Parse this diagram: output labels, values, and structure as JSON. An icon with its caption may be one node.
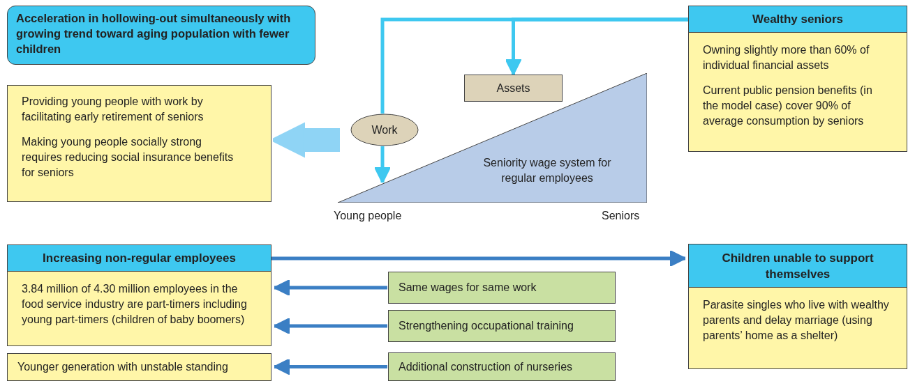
{
  "diagram": {
    "nodes": [
      {
        "text": [
          "Acceleration in hollowing-out simultaneously with growing trend toward aging population with fewer children"
        ]
      },
      {
        "text": [
          "Wealthy seniors",
          "Owning slightly more than 60% of individual financial assets",
          "Current public pension benefits (in the model case) cover 90% of average consumption by seniors"
        ]
      },
      {
        "text": [
          "Assets"
        ]
      },
      {
        "text": [
          "Providing young people with work by facilitating early retirement of seniors",
          "Making young people socially strong requires reducing social insurance benefits for seniors"
        ]
      },
      {
        "text": [
          "Work"
        ]
      },
      {
        "text": [
          "Seniority wage system for regular employees"
        ]
      },
      {
        "text": [
          "Increasing non-regular employees",
          "3.84 million of 4.30 million employees in the food service industry are part-timers including young part-timers (children of baby boomers)"
        ]
      },
      {
        "text": [
          "Children unable to support themselves",
          "Parasite singles who live with wealthy parents and delay marriage (using parents’ home as a shelter)"
        ]
      },
      {
        "text": [
          "Same wages for same work"
        ]
      },
      {
        "text": [
          "Strengthening occupational training"
        ]
      },
      {
        "text": [
          "Younger generation with unstable standing"
        ]
      },
      {
        "text": [
          "Additional construction of nurseries"
        ]
      }
    ],
    "edges": [
      {
        "from": 1,
        "to": 2,
        "arrow": "to",
        "color": "#3ec8f0"
      },
      {
        "from": 1,
        "to": 4,
        "arrow": "none",
        "color": "#3ec8f0"
      },
      {
        "from": 4,
        "to": 5,
        "arrow": "to",
        "color": "#3ec8f0"
      },
      {
        "from": null,
        "to": 3,
        "arrow": "to",
        "style": "thick",
        "color": "#8fd4f5"
      },
      {
        "from": 6,
        "to": 7,
        "arrow": "to"
      },
      {
        "from": 8,
        "to": 6,
        "arrow": "to"
      },
      {
        "from": 9,
        "to": 6,
        "arrow": "to"
      },
      {
        "from": 11,
        "to": 10,
        "arrow": "to"
      }
    ],
    "labels": [
      "Young people",
      "Seniors"
    ]
  }
}
